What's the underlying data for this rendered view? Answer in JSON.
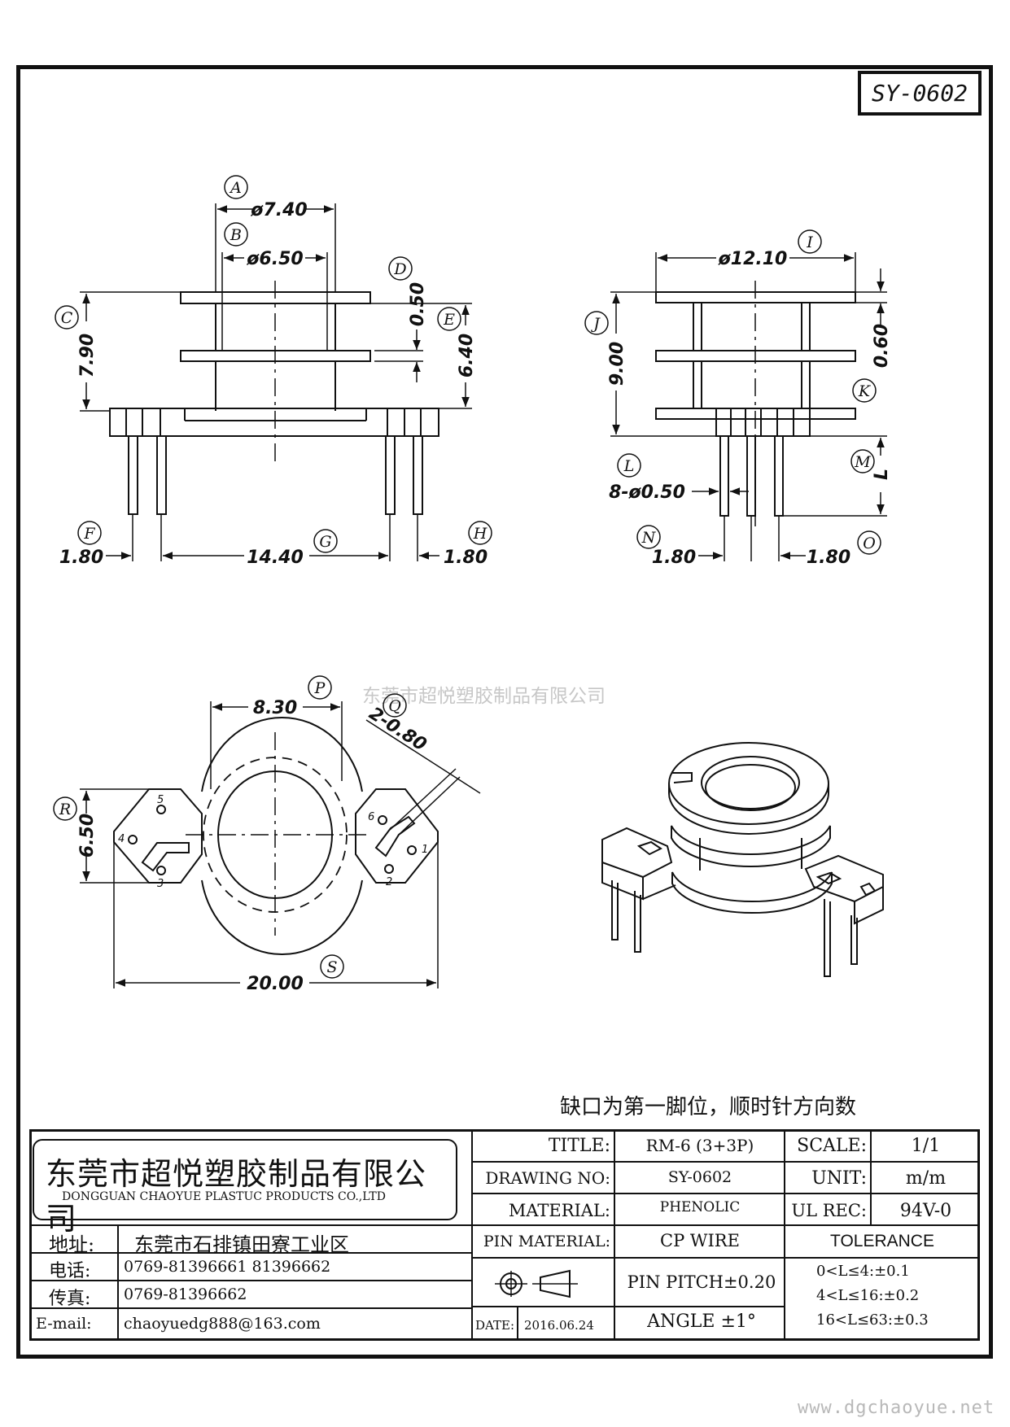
{
  "drawing_code": "SY-0602",
  "dims": {
    "A": "A",
    "B": "B",
    "C": "C",
    "D": "D",
    "E": "E",
    "F": "F",
    "G": "G",
    "H": "H",
    "I": "I",
    "J": "J",
    "K": "K",
    "L": "L",
    "M": "M",
    "N": "N",
    "O": "O",
    "P": "P",
    "Q": "Q",
    "R": "R",
    "S": "S",
    "d740": "ø7.40",
    "d650": "ø6.50",
    "d1210": "ø12.10",
    "v790": "7.90",
    "v050": "0.50",
    "v640": "6.40",
    "v900": "9.00",
    "v060": "0.60",
    "Lval": "L",
    "pin_dia": "8-ø0.50",
    "h180a": "1.80",
    "h1440": "14.40",
    "h180b": "1.80",
    "h180c": "1.80",
    "h180d": "1.80",
    "h830": "8.30",
    "q080": "2-0.80",
    "v650": "6.50",
    "h2000": "20.00",
    "pins": [
      "1",
      "2",
      "3",
      "4",
      "5",
      "6"
    ]
  },
  "watermark": "东莞市超悦塑胶制品有限公司",
  "note": "缺口为第一脚位，顺时针方向数",
  "website": "www.dgchaoyue.net",
  "title_block": {
    "company_cn": "东莞市超悦塑胶制品有限公司",
    "company_en": "DONGGUAN CHAOYUE PLASTUC PRODUCTS CO.,LTD",
    "address_label": "地址:",
    "address_value": "东莞市石排镇田寮工业区",
    "tel_label": "电话:",
    "tel_value": "0769-81396661  81396662",
    "fax_label": "传真:",
    "fax_value": "0769-81396662",
    "email_label": "E-mail:",
    "email_value": "chaoyuedg888@163.com",
    "title_label": "TITLE:",
    "title_value": "RM-6 (3+3P)",
    "drawing_no_label": "DRAWING NO:",
    "drawing_no_value": "SY-0602",
    "material_label": "MATERIAL:",
    "material_value": "PHENOLIC",
    "pin_material_label": "PIN MATERIAL:",
    "pin_material_value": "CP WIRE",
    "pin_pitch": "PIN PITCH±0.20",
    "angle": "ANGLE  ±1°",
    "date_label": "DATE:",
    "date_value": "2016.06.24",
    "scale_label": "SCALE:",
    "scale_value": "1/1",
    "unit_label": "UNIT:",
    "unit_value": "m/m",
    "ul_label": "UL REC:",
    "ul_value": "94V-0",
    "tolerance_label": "TOLERANCE",
    "tolerances": [
      "0<L≤4:±0.1",
      "4<L≤16:±0.2",
      "16<L≤63:±0.3"
    ]
  }
}
